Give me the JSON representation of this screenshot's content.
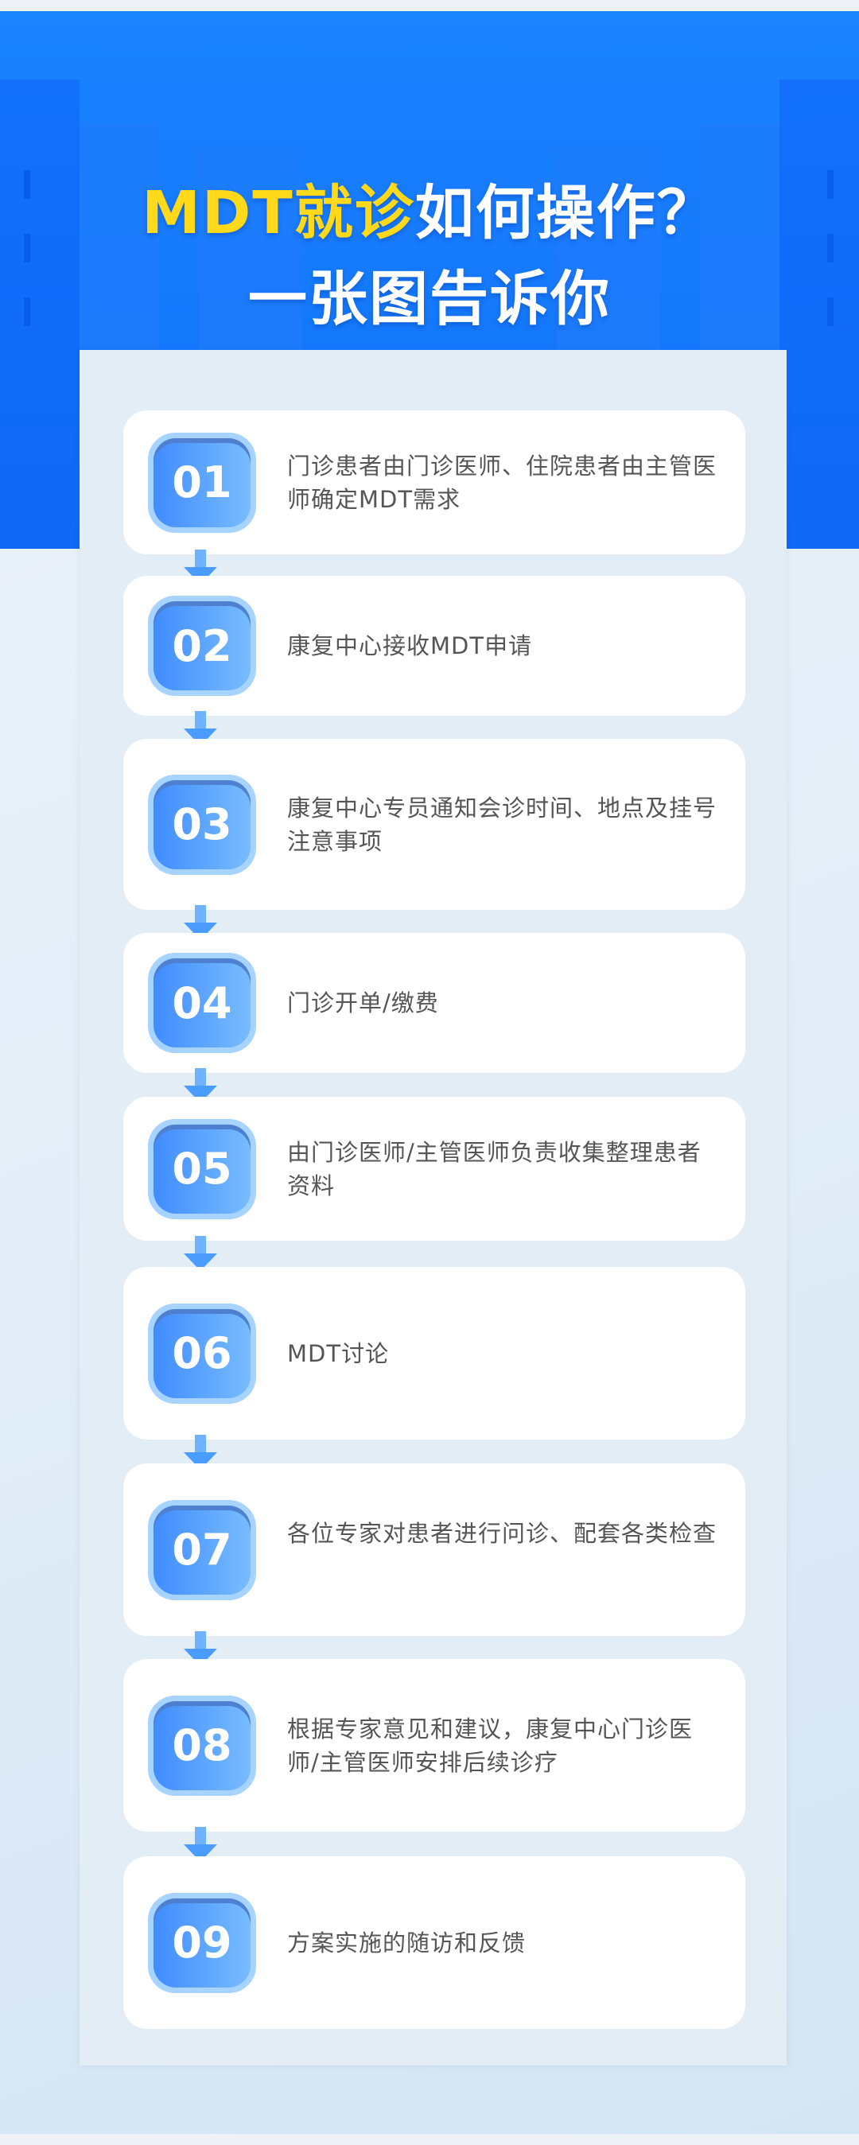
{
  "title": {
    "line1_highlight": "MDT就诊",
    "line1_rest": "如何操作？",
    "line2": "一张图告诉你"
  },
  "colors": {
    "header_blue": "#1a83ff",
    "highlight_yellow": "#ffd91a",
    "badge_blue": "#3f8cff"
  },
  "steps": [
    {
      "num": "01",
      "text": "门诊患者由门诊医师、住院患者由主管医师确定MDT需求"
    },
    {
      "num": "02",
      "text": "康复中心接收MDT申请"
    },
    {
      "num": "03",
      "text": "康复中心专员通知会诊时间、地点及挂号注意事项"
    },
    {
      "num": "04",
      "text": "门诊开单/缴费"
    },
    {
      "num": "05",
      "text": "由门诊医师/主管医师负责收集整理患者资料"
    },
    {
      "num": "06",
      "text": "MDT讨论"
    },
    {
      "num": "07",
      "text": "各位专家对患者进行问诊、配套各类检查"
    },
    {
      "num": "08",
      "text": "根据专家意见和建议，康复中心门诊医师/主管医师安排后续诊疗"
    },
    {
      "num": "09",
      "text": "方案实施的随访和反馈"
    }
  ]
}
